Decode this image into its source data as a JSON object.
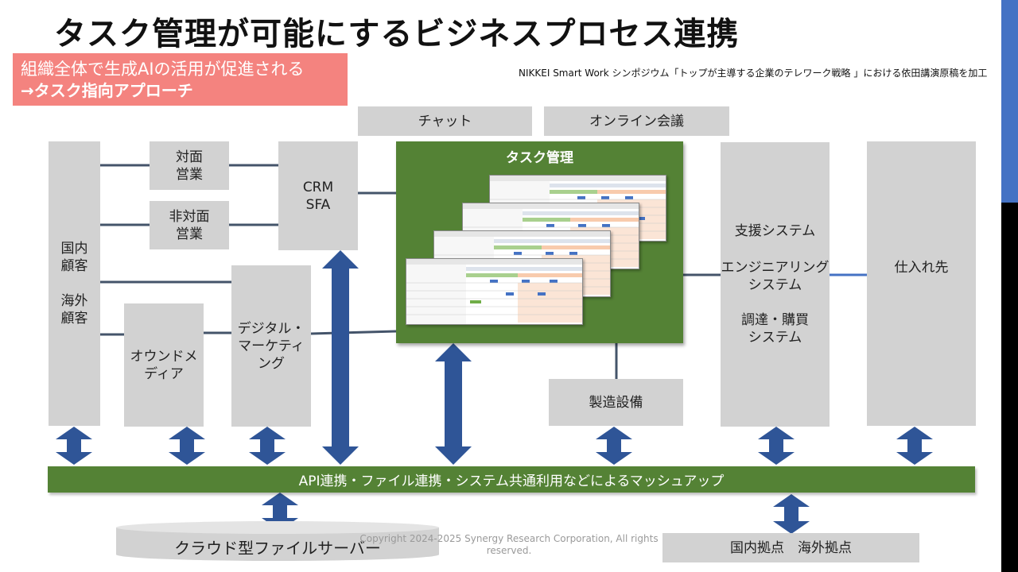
{
  "title": "タスク管理が可能にするビジネスプロセス連携",
  "subtitle": {
    "line1": "組織全体で生成AIの活用が促進される",
    "line2": "→タスク指向アプローチ"
  },
  "source_note": "NIKKEI Smart Work シンポジウム「トップが主導する企業のテレワーク戦略 」における依田講演原稿を加工",
  "top_tabs": {
    "chat": "チャット",
    "online_meeting": "オンライン会議"
  },
  "customers": {
    "domestic": "国内\n顧客",
    "overseas": "海外\n顧客"
  },
  "face_sales": "対面\n営業",
  "nonface_sales": "非対面\n営業",
  "crm": "CRM\nSFA",
  "owned_media": "オウンドメ\nディア",
  "digital_marketing": "デジタル・\nマーケティ\nング",
  "task_management": "タスク管理",
  "manufacturing": "製造設備",
  "support_systems": {
    "support": "支援システム",
    "engineering": "エンジニアリング\nシステム",
    "procurement": "調達・購買\nシステム"
  },
  "suppliers": "仕入れ先",
  "mashup_bar": "API連携・ファイル連携・システム共通利用などによるマッシュアップ",
  "cloud_server": "クラウド型ファイルサーバー",
  "bases": "国内拠点　海外拠点",
  "copyright": "Copyright 2024-2025 Synergy Research Corporation, All rights reserved.",
  "colors": {
    "accent_green": "#548235",
    "box_gray": "#d2d2d2",
    "arrow_blue": "#2f5597",
    "subtitle_red": "#f4837f",
    "line_gray": "#44546a",
    "side_blue": "#4472c4"
  }
}
